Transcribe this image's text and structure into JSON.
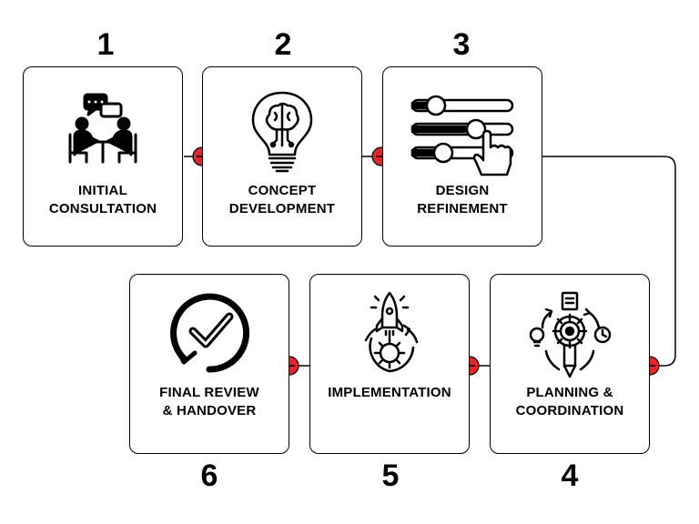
{
  "steps": [
    {
      "number": "1",
      "label": "INITIAL\nCONSULTATION",
      "icon": "consultation-icon"
    },
    {
      "number": "2",
      "label": "CONCEPT\nDEVELOPMENT",
      "icon": "lightbulb-brain-icon"
    },
    {
      "number": "3",
      "label": "DESIGN\nREFINEMENT",
      "icon": "sliders-hand-icon"
    },
    {
      "number": "4",
      "label": "PLANNING &\nCOORDINATION",
      "icon": "planning-gear-icon"
    },
    {
      "number": "5",
      "label": "IMPLEMENTATION",
      "icon": "rocket-gear-icon"
    },
    {
      "number": "6",
      "label": "FINAL REVIEW\n& HANDOVER",
      "icon": "check-circle-icon"
    }
  ],
  "colors": {
    "accent": "#e4262b",
    "stroke": "#000000",
    "background": "#ffffff"
  }
}
